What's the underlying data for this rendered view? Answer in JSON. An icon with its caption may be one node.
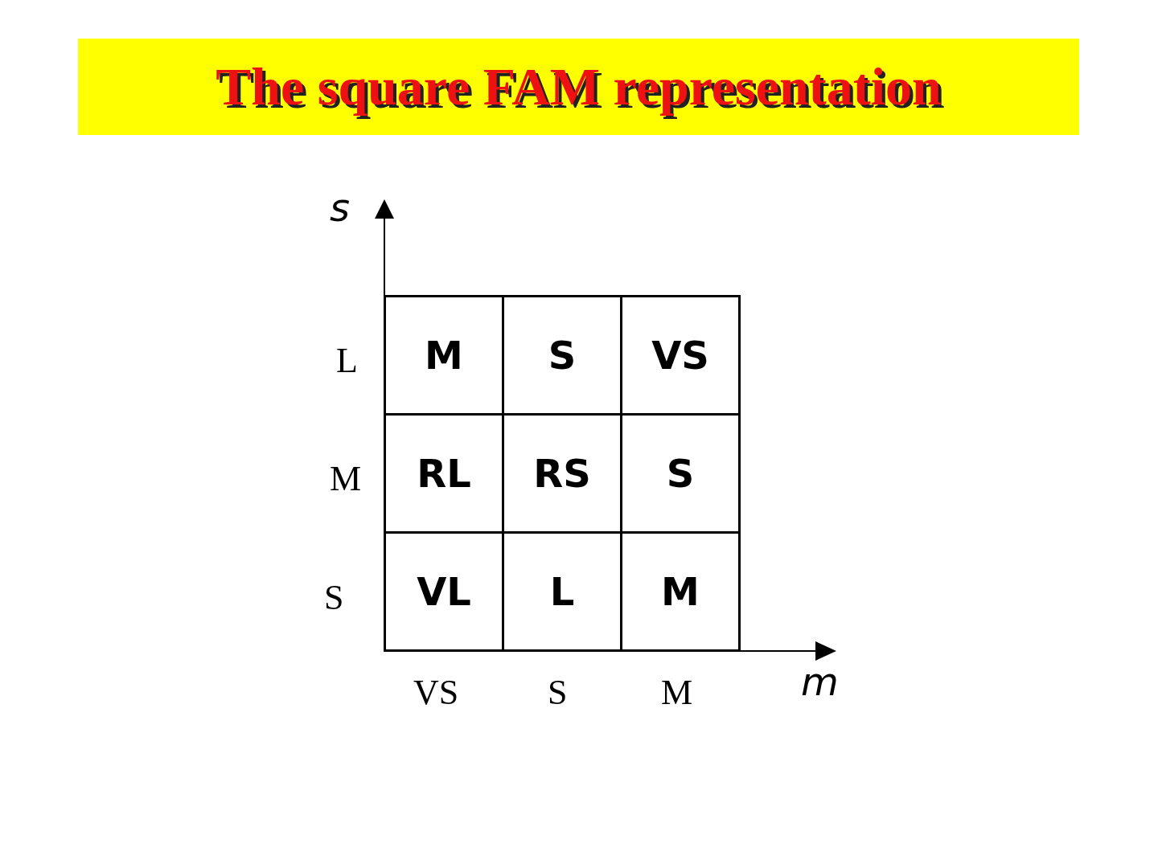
{
  "diagram": {
    "title": "The square FAM representation",
    "nodes": [
      {
        "text": [
          "M"
        ]
      },
      {
        "text": [
          "S"
        ]
      },
      {
        "text": [
          "VS"
        ]
      },
      {
        "text": [
          "RL"
        ]
      },
      {
        "text": [
          "RS"
        ]
      },
      {
        "text": [
          "S"
        ]
      },
      {
        "text": [
          "VL"
        ]
      },
      {
        "text": [
          "L"
        ]
      },
      {
        "text": [
          "M"
        ]
      }
    ],
    "labels": [
      "s",
      "L",
      "M",
      "S",
      "VS",
      "S",
      "M",
      "m"
    ]
  }
}
